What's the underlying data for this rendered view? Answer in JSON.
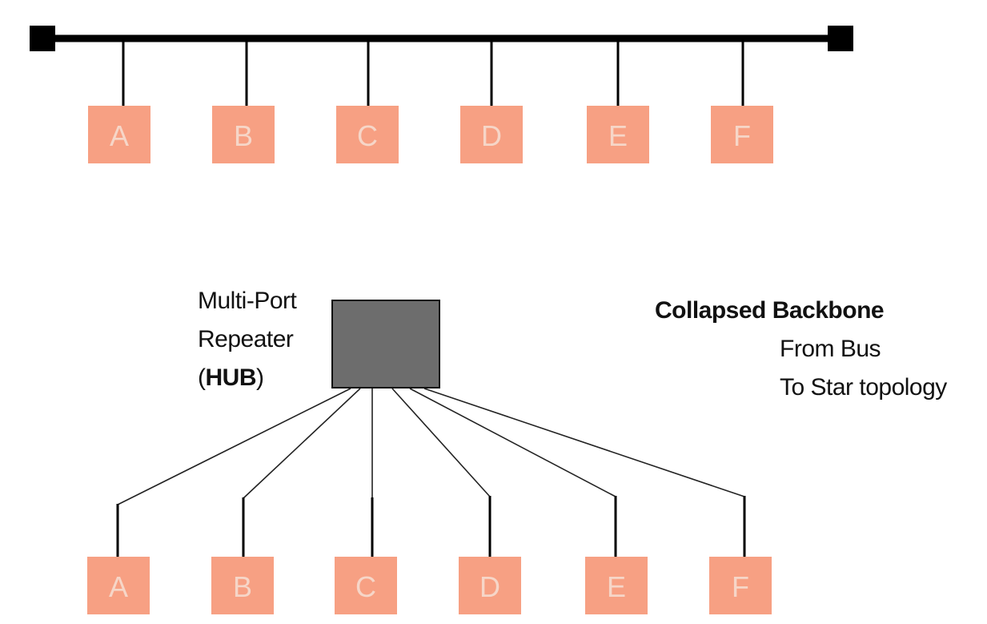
{
  "colors": {
    "node_fill": "#f7a083",
    "node_text": "#f6d6c8",
    "hub_fill": "#6d6d6d",
    "line": "#000000"
  },
  "bus_topology": {
    "nodes": [
      "A",
      "B",
      "C",
      "D",
      "E",
      "F"
    ]
  },
  "star_topology": {
    "nodes": [
      "A",
      "B",
      "C",
      "D",
      "E",
      "F"
    ],
    "hub_label": {
      "line1": "Multi-Port",
      "line2": "Repeater",
      "line3_open": "(",
      "line3_bold": "HUB",
      "line3_close": ")"
    }
  },
  "caption": {
    "title": "Collapsed Backbone",
    "line2": "From Bus",
    "line3": "To Star topology"
  }
}
